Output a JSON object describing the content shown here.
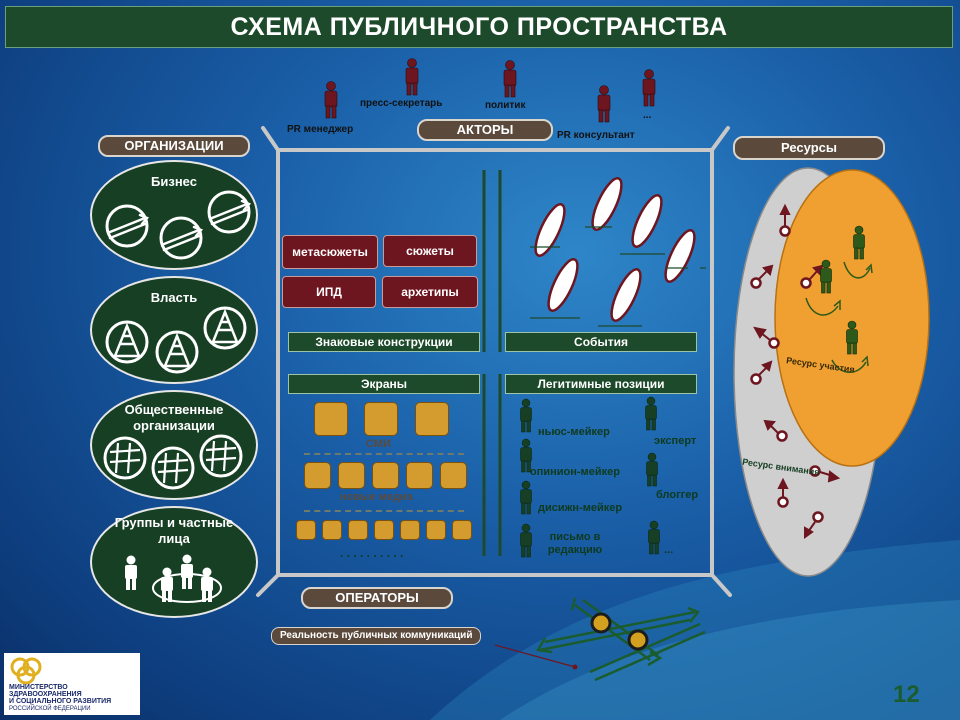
{
  "title": "СХЕМА ПУБЛИЧНОГО ПРОСТРАНСТВА",
  "actors": {
    "pill": "АКТОРЫ",
    "items": [
      "PR менеджер",
      "пресс-секретарь",
      "политик",
      "PR консультант",
      "..."
    ]
  },
  "organizations": {
    "pill": "ОРГАНИЗАЦИИ",
    "groups": [
      "Бизнес",
      "Власть",
      "Общественные организации",
      "Группы и частные лица"
    ]
  },
  "resources": {
    "pill": "Ресурсы",
    "inner_label": "Ресурс участия",
    "outer_label": "Ресурс внимания"
  },
  "center": {
    "sign_constructions": "Знаковые конструкции",
    "events": "События",
    "boxes": [
      "метасюжеты",
      "сюжеты",
      "ИПД",
      "архетипы"
    ],
    "screens": "Экраны",
    "smi": "СМИ",
    "new_media": "новые медиа",
    "dots": ". . . . . . . . . .",
    "legit": "Легитимные позиции",
    "positions": [
      "ньюс-мейкер",
      "эксперт",
      "опинион-мейкер",
      "блоггер",
      "дисижн-мейкер",
      "письмо в редакцию",
      "..."
    ]
  },
  "operators": "ОПЕРАТОРЫ",
  "reality": "Реальность публичных коммуникаций",
  "ministry": [
    "МИНИСТЕРСТВО",
    "ЗДРАВООХРАНЕНИЯ",
    "И СОЦИАЛЬНОГО РАЗВИТИЯ",
    "РОССИЙСКОЙ ФЕДЕРАЦИИ"
  ],
  "page_number": "12",
  "colors": {
    "dark_green": "#1c4a2a",
    "maroon": "#6e1620",
    "brown_pill": "#5b4a3c",
    "orange": "#f0a030",
    "gold": "#d49b2e"
  }
}
